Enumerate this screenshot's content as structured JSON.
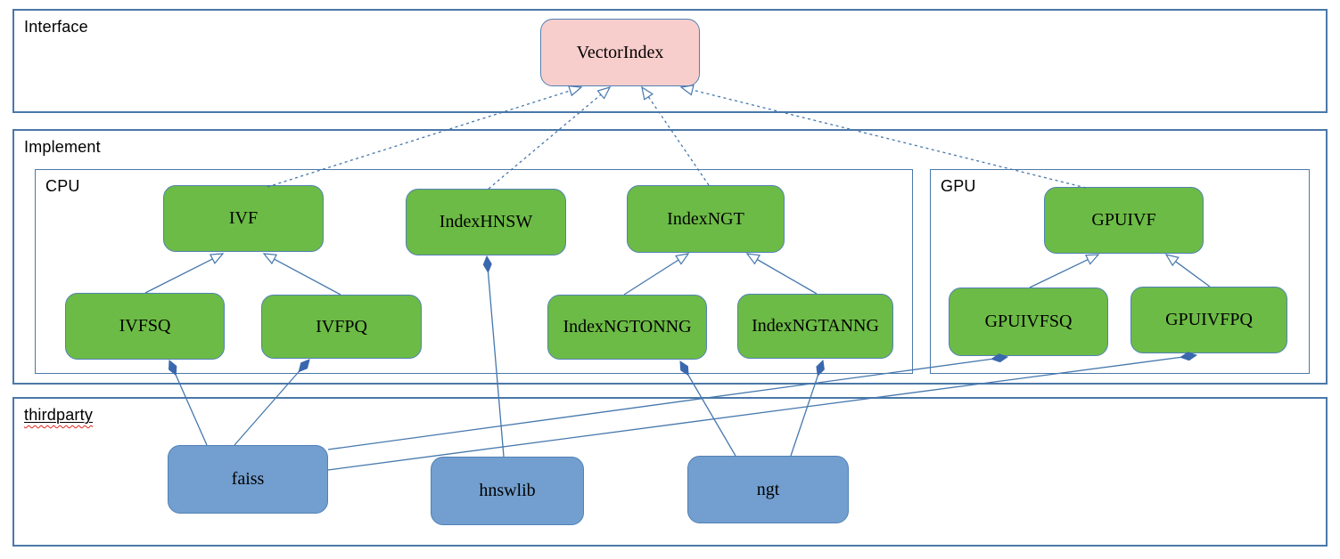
{
  "diagram": {
    "sections": {
      "interface": {
        "label": "Interface"
      },
      "implement": {
        "label": "Implement"
      },
      "cpu": {
        "label": "CPU"
      },
      "gpu": {
        "label": "GPU"
      },
      "thirdparty": {
        "label": "thirdparty"
      }
    },
    "nodes": {
      "vectorindex": {
        "label": "VectorIndex",
        "kind": "interface"
      },
      "ivf": {
        "label": "IVF",
        "kind": "cpu-class"
      },
      "indexhnsw": {
        "label": "IndexHNSW",
        "kind": "cpu-class"
      },
      "indexngt": {
        "label": "IndexNGT",
        "kind": "cpu-class"
      },
      "gpuivf": {
        "label": "GPUIVF",
        "kind": "gpu-class"
      },
      "ivfsq": {
        "label": "IVFSQ",
        "kind": "cpu-class"
      },
      "ivfpq": {
        "label": "IVFPQ",
        "kind": "cpu-class"
      },
      "indexngtonng": {
        "label": "IndexNGTONNG",
        "kind": "cpu-class"
      },
      "indexngtanng": {
        "label": "IndexNGTANNG",
        "kind": "cpu-class"
      },
      "gpuivfsq": {
        "label": "GPUIVFSQ",
        "kind": "gpu-class"
      },
      "gpuivfpq": {
        "label": "GPUIVFPQ",
        "kind": "gpu-class"
      },
      "faiss": {
        "label": "faiss",
        "kind": "thirdparty-library"
      },
      "hnswlib": {
        "label": "hnswlib",
        "kind": "thirdparty-library"
      },
      "ngt": {
        "label": "ngt",
        "kind": "thirdparty-library"
      }
    },
    "edges": {
      "realization_dashed_hollow_arrow": [
        {
          "from": "IVF",
          "to": "VectorIndex"
        },
        {
          "from": "IndexHNSW",
          "to": "VectorIndex"
        },
        {
          "from": "IndexNGT",
          "to": "VectorIndex"
        },
        {
          "from": "GPUIVF",
          "to": "VectorIndex"
        }
      ],
      "generalization_solid_hollow_arrow": [
        {
          "from": "IVFSQ",
          "to": "IVF"
        },
        {
          "from": "IVFPQ",
          "to": "IVF"
        },
        {
          "from": "IndexNGTONNG",
          "to": "IndexNGT"
        },
        {
          "from": "IndexNGTANNG",
          "to": "IndexNGT"
        },
        {
          "from": "GPUIVFSQ",
          "to": "GPUIVF"
        },
        {
          "from": "GPUIVFPQ",
          "to": "GPUIVF"
        }
      ],
      "composition_filled_diamond": [
        {
          "library": "faiss",
          "component": "IVFSQ"
        },
        {
          "library": "faiss",
          "component": "IVFPQ"
        },
        {
          "library": "faiss",
          "component": "GPUIVFSQ"
        },
        {
          "library": "faiss",
          "component": "GPUIVFPQ"
        },
        {
          "library": "hnswlib",
          "component": "IndexHNSW"
        },
        {
          "library": "ngt",
          "component": "IndexNGTONNG"
        },
        {
          "library": "ngt",
          "component": "IndexNGTANNG"
        }
      ]
    },
    "colors": {
      "interface_node_fill": "#f8cecc",
      "class_node_fill": "#6cbb46",
      "library_node_fill": "#729fcf",
      "node_border": "#5181b5",
      "container_border": "#4a78a8",
      "connector_line": "#4577ad",
      "diamond_fill": "#3a68ae",
      "spellcheck_underline": "#df241d",
      "text": "#000000",
      "background": "#ffffff"
    }
  }
}
